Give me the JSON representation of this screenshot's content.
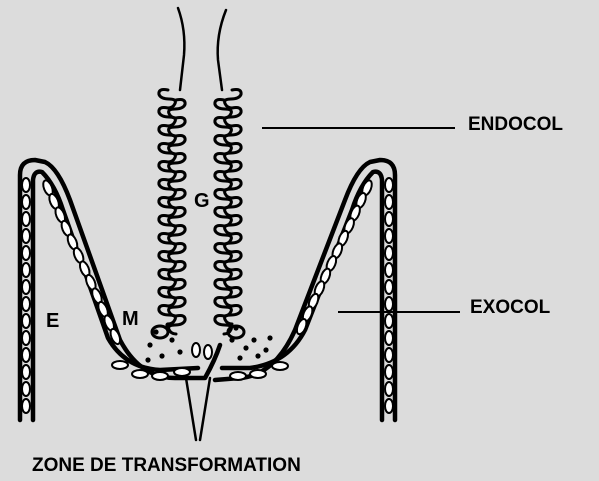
{
  "labels": {
    "endocol": "ENDOCOL",
    "exocol": "EXOCOL",
    "zone": "ZONE DE TRANSFORMATION",
    "gland": "G",
    "epithelium": "E",
    "mucosa": "M"
  },
  "colors": {
    "background": "#dcdcdc",
    "ink": "#000000",
    "cell_fill": "#ffffff"
  }
}
